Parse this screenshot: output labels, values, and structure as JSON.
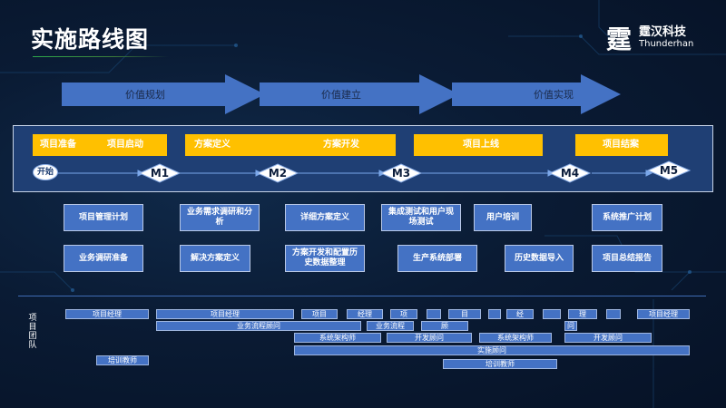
{
  "title": "实施路线图",
  "logo": {
    "mark": "霆",
    "cn": "霆汉科技",
    "en": "Thunderhan"
  },
  "phases": [
    "价值规划",
    "价值建立",
    "价值实现"
  ],
  "stage_bars": {
    "bar1": [
      "项目准备",
      "项目启动"
    ],
    "bar2": [
      "方案定义",
      "方案开发"
    ],
    "bar3": [
      "项目上线"
    ],
    "bar4": [
      "项目结案"
    ]
  },
  "timeline": {
    "start": "开始",
    "milestones": [
      "M1",
      "M2",
      "M3",
      "M4",
      "M5"
    ]
  },
  "tasks_row1": [
    "项目管理计划",
    "业务需求调研和分析",
    "详细方案定义",
    "集成测试和用户现场测试",
    "用户培训",
    "系统推广计划"
  ],
  "tasks_row2": [
    "业务调研准备",
    "解决方案定义",
    "方案开发和配置历史数据整理",
    "生产系统部署",
    "历史数据导入",
    "项目总结报告"
  ],
  "team_label": "项目团队",
  "roles": {
    "row1": [
      "项目经理",
      "项目经理",
      "项目",
      "经理",
      "项",
      "目",
      "经",
      "理",
      "项目经理"
    ],
    "row2": [
      "业务流程顾问",
      "业务流程",
      "顾",
      "问"
    ],
    "row3": [
      "系统架构师",
      "开发顾问",
      "系统架构师",
      "开发顾问"
    ],
    "row4": [
      "实施顾问"
    ],
    "row5": [
      "培训教师",
      "培训教师"
    ]
  },
  "colors": {
    "accent_yellow": "#ffc000",
    "box_blue": "#4472c4",
    "panel_blue": "#1f3f74",
    "background": "#0a1b34"
  }
}
